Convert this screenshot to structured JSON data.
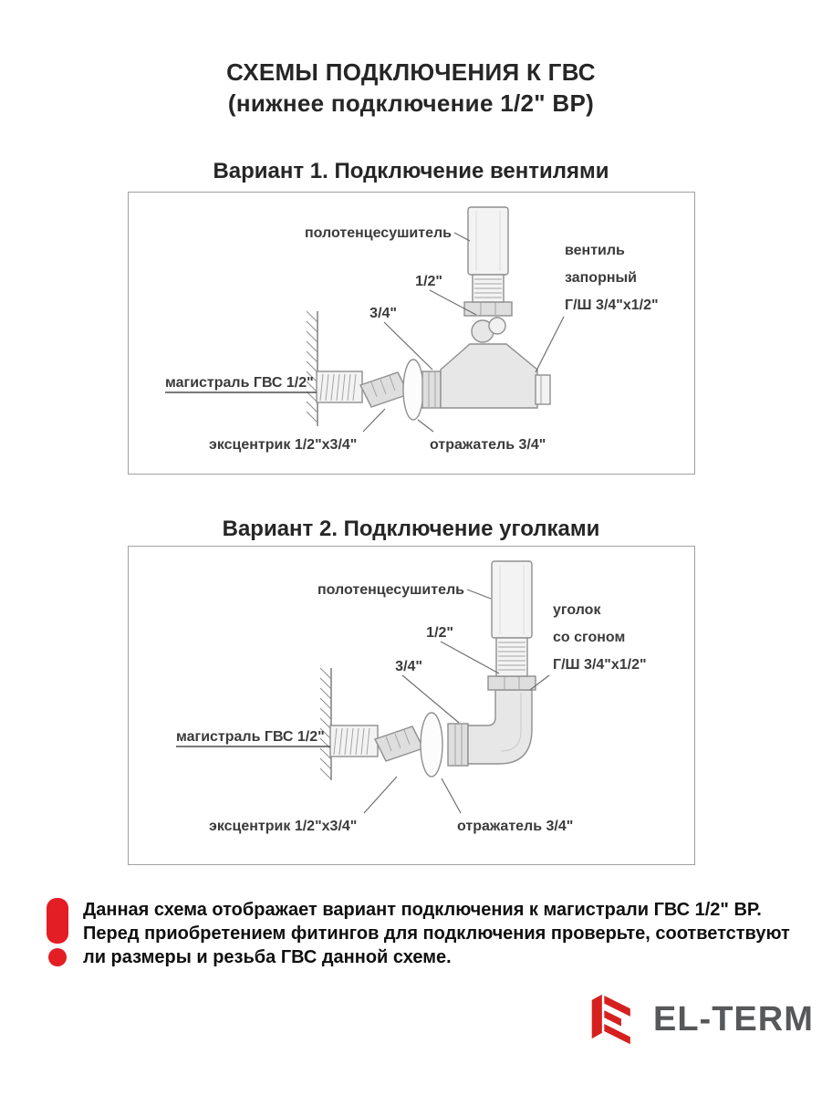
{
  "title": {
    "line1": "СХЕМЫ ПОДКЛЮЧЕНИЯ К ГВС",
    "line2": "(нижнее подключение 1/2\" ВР)"
  },
  "variant1": {
    "heading": "Вариант 1. Подключение вентилями",
    "labels": {
      "towel_rail": "полотенцесушитель",
      "valve_line1": "вентиль",
      "valve_line2": "запорный",
      "valve_line3": "Г/Ш 3/4\"х1/2\"",
      "size_top": "1/2\"",
      "size_bottom": "3/4\"",
      "main_line": "магистраль ГВС 1/2\"",
      "eccentric": "эксцентрик 1/2\"х3/4\"",
      "reflector": "отражатель 3/4\""
    }
  },
  "variant2": {
    "heading": "Вариант 2. Подключение уголками",
    "labels": {
      "towel_rail": "полотенцесушитель",
      "elbow_line1": "уголок",
      "elbow_line2": "со сгоном",
      "elbow_line3": "Г/Ш 3/4\"х1/2\"",
      "size_top": "1/2\"",
      "size_bottom": "3/4\"",
      "main_line": "магистраль ГВС 1/2\"",
      "eccentric": "эксцентрик 1/2\"х3/4\"",
      "reflector": "отражатель 3/4\""
    }
  },
  "warning": {
    "lines": [
      "Данная схема отображает вариант подключения к магистрали ГВС 1/2\" ВР.",
      "Перед приобретением фитингов для подключения проверьте, соответствуют",
      "ли  размеры и резьба ГВС данной схеме."
    ]
  },
  "logo": {
    "text": "EL-TERM"
  },
  "icons": {
    "warning": "exclamation-icon",
    "logo": "el-term-cube-icon"
  },
  "colors": {
    "accent_red": "#e31e24",
    "logo_red": "#d6201f",
    "logo_gray": "#57585a",
    "diagram_stroke": "#8f8f8f"
  }
}
